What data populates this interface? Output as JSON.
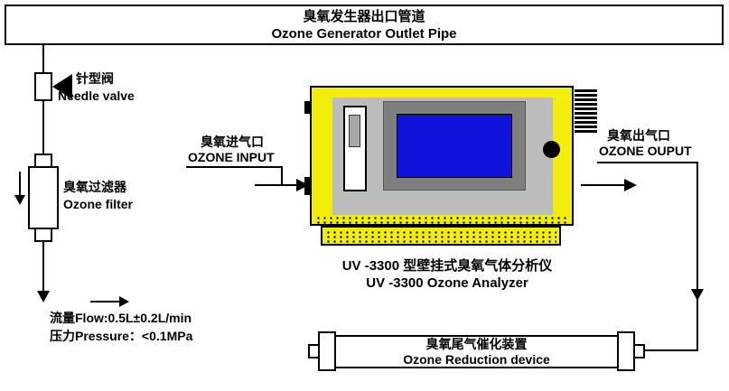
{
  "colors": {
    "analyzer_yellow": "#f2ee0a",
    "panel_gray": "#bcbcbc",
    "bezel_gray": "#7e7e7e",
    "screen_blue": "#1212dd",
    "line_black": "#000000"
  },
  "top_pipe": {
    "label_zh": "臭氧发生器出口管道",
    "label_en": "Ozone Generator Outlet Pipe"
  },
  "needle_valve": {
    "label_zh": "针型阀",
    "label_en": "Needle valve"
  },
  "ozone_filter": {
    "label_zh": "臭氧过滤器",
    "label_en": "Ozone filter"
  },
  "specs": {
    "flow": "流量Flow:0.5L±0.2L/min",
    "pressure": "压力Pressure：<0.1MPa"
  },
  "ozone_input": {
    "label_zh": "臭氧进气口",
    "label_en": "OZONE INPUT"
  },
  "ozone_output": {
    "label_zh": "臭氧出气口",
    "label_en": "OZONE OUPUT"
  },
  "analyzer": {
    "caption_zh": "UV -3300 型壁挂式臭氧气体分析仪",
    "caption_en": "UV -3300 Ozone Analyzer"
  },
  "reduction_device": {
    "label_zh": "臭氧尾气催化装置",
    "label_en": "Ozone Reduction device"
  }
}
